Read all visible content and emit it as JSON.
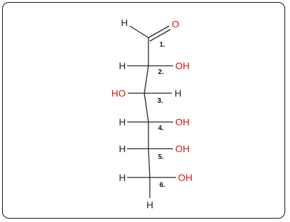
{
  "colors": {
    "bond": "#222222",
    "hydrogen": "#222222",
    "oxygen": "#e01010",
    "hydroxyl": "#e01010",
    "carbon_number": "#111111"
  },
  "molecule": {
    "aldehyde": {
      "hydrogen_label": "H",
      "oxygen_label": "O"
    },
    "carbons": [
      {
        "number": "1.",
        "left": "",
        "right": ""
      },
      {
        "number": "2.",
        "left": "H",
        "right": "OH"
      },
      {
        "number": "3.",
        "left": "HO",
        "right": "H"
      },
      {
        "number": "4.",
        "left": "H",
        "right": "OH"
      },
      {
        "number": "5.",
        "left": "H",
        "right": "OH"
      },
      {
        "number": "6.",
        "left": "H",
        "right": "OH"
      }
    ],
    "bottom_hydrogen": "H"
  }
}
